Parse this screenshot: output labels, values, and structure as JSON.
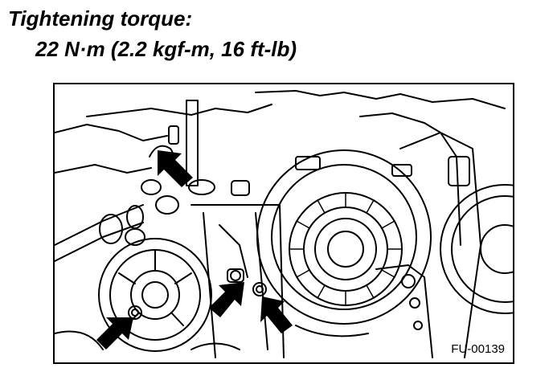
{
  "header": {
    "title": "Tightening torque:",
    "torque_spec": "22 N·m (2.2 kgf-m, 16 ft-lb)"
  },
  "figure": {
    "code": "FU-00139",
    "line_color": "#000000",
    "background": "#ffffff",
    "callouts": [
      {
        "name": "arrow-top-left-bolt",
        "target": "bolt"
      },
      {
        "name": "arrow-bottom-left-bolt",
        "target": "bolt"
      },
      {
        "name": "arrow-center-bolt",
        "target": "bolt"
      },
      {
        "name": "arrow-bottom-center-bolt",
        "target": "bolt"
      }
    ]
  }
}
